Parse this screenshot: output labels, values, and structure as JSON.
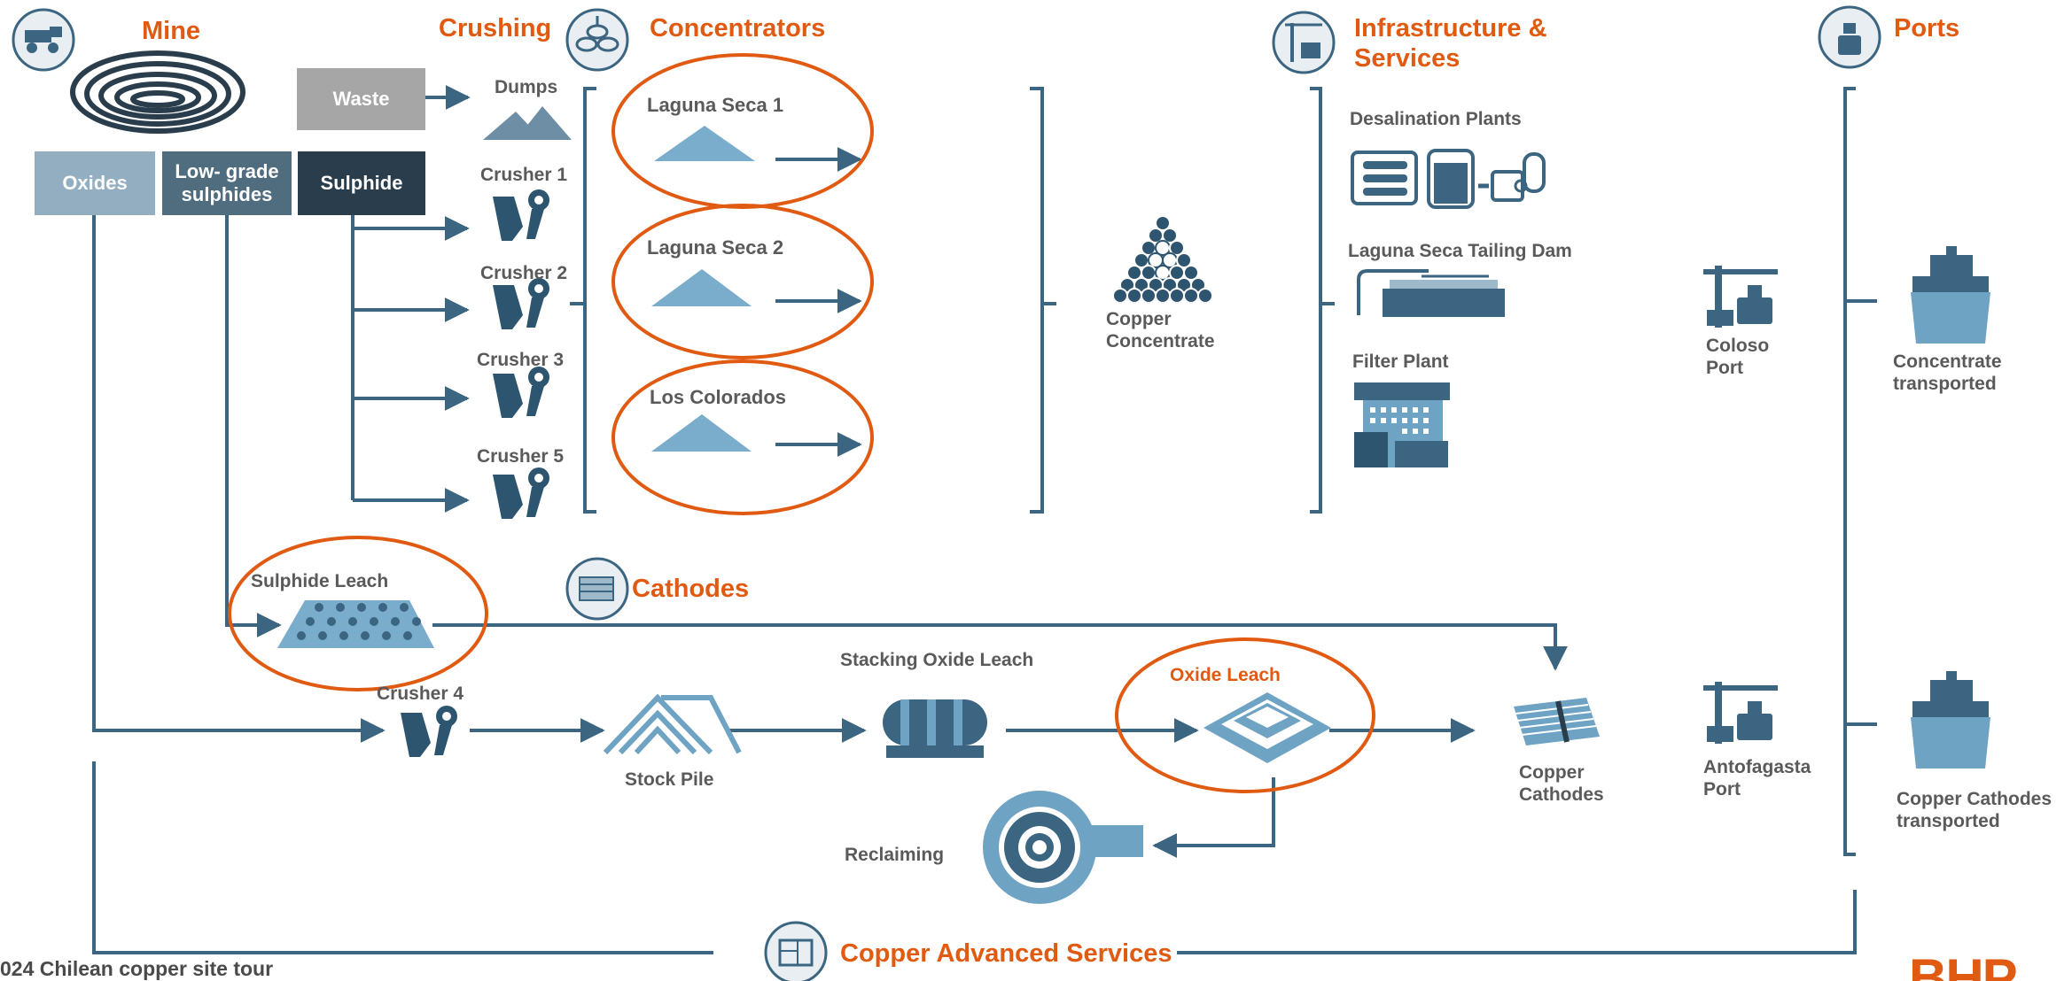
{
  "sections": {
    "mine": "Mine",
    "crushing": "Crushing",
    "concentrators": "Concentrators",
    "infrastructure": "Infrastructure & Services",
    "ports": "Ports",
    "cathodes": "Cathodes",
    "copper_advanced_services": "Copper Advanced Services"
  },
  "ore_types": {
    "waste": "Waste",
    "oxides": "Oxides",
    "low_grade": "Low- grade sulphides",
    "sulphide": "Sulphide"
  },
  "crushing_items": {
    "dumps": "Dumps",
    "crusher1": "Crusher 1",
    "crusher2": "Crusher 2",
    "crusher3": "Crusher 3",
    "crusher5": "Crusher 5",
    "crusher4": "Crusher 4"
  },
  "concentrators": {
    "laguna_seca_1": "Laguna Seca 1",
    "laguna_seca_2": "Laguna Seca 2",
    "los_colorados": "Los Colorados"
  },
  "copper_concentrate": "Copper Concentrate",
  "infrastructure_items": {
    "desalination": "Desalination Plants",
    "tailing_dam": "Laguna Seca Tailing Dam",
    "filter_plant": "Filter Plant"
  },
  "ports_items": {
    "coloso": "Coloso Port",
    "concentrate_transported": "Concentrate transported",
    "antofagasta": "Antofagasta Port",
    "cathodes_transported": "Copper Cathodes transported"
  },
  "leach": {
    "sulphide_leach": "Sulphide Leach",
    "stacking_oxide_leach": "Stacking Oxide Leach",
    "oxide_leach": "Oxide Leach",
    "stock_pile": "Stock Pile",
    "reclaiming": "Reclaiming",
    "copper_cathodes": "Copper Cathodes"
  },
  "footer": {
    "caption": "024 Chilean copper site tour",
    "brand": "BHP"
  },
  "colors": {
    "accent_orange": "#e05a12",
    "line_blue": "#3b6580",
    "light_blue": "#6fa3c3",
    "dark_navy": "#2a3d4c",
    "oxides_box": "#93aec0",
    "low_grade_box": "#506d80",
    "waste_box": "#a6a6a6"
  },
  "icons": [
    "haul-truck-icon",
    "open-pit-icon",
    "crusher-icon",
    "concentrator-icon",
    "crane-ship-icon",
    "ship-icon",
    "cathode-stack-icon",
    "copper-concentrate-pile-icon",
    "desalination-plant-icon",
    "tailing-dam-icon",
    "filter-plant-icon",
    "leach-tank-icon",
    "reclaimer-wheel-icon",
    "advanced-services-icon"
  ]
}
